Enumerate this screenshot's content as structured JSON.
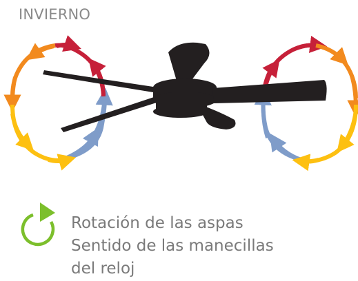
{
  "title": "INVIERNO",
  "legend": {
    "line1": "Rotación de las aspas",
    "line2": "Sentido de las manecillas",
    "line3": "del reloj"
  },
  "colors": {
    "title": "#8a8a8a",
    "legend_text": "#7a7a7a",
    "legend_icon": "#7cbf2c",
    "fan": "#231f20",
    "arc_blue": "#7f9cc9",
    "arc_yellow": "#fdc011",
    "arc_orange": "#f28a1e",
    "arc_red": "#c62039"
  },
  "icons": {
    "legend": "clockwise-rotation-arrow-icon",
    "fan": "ceiling-fan-icon",
    "airflow": "airflow-circle-arrows-icon"
  }
}
